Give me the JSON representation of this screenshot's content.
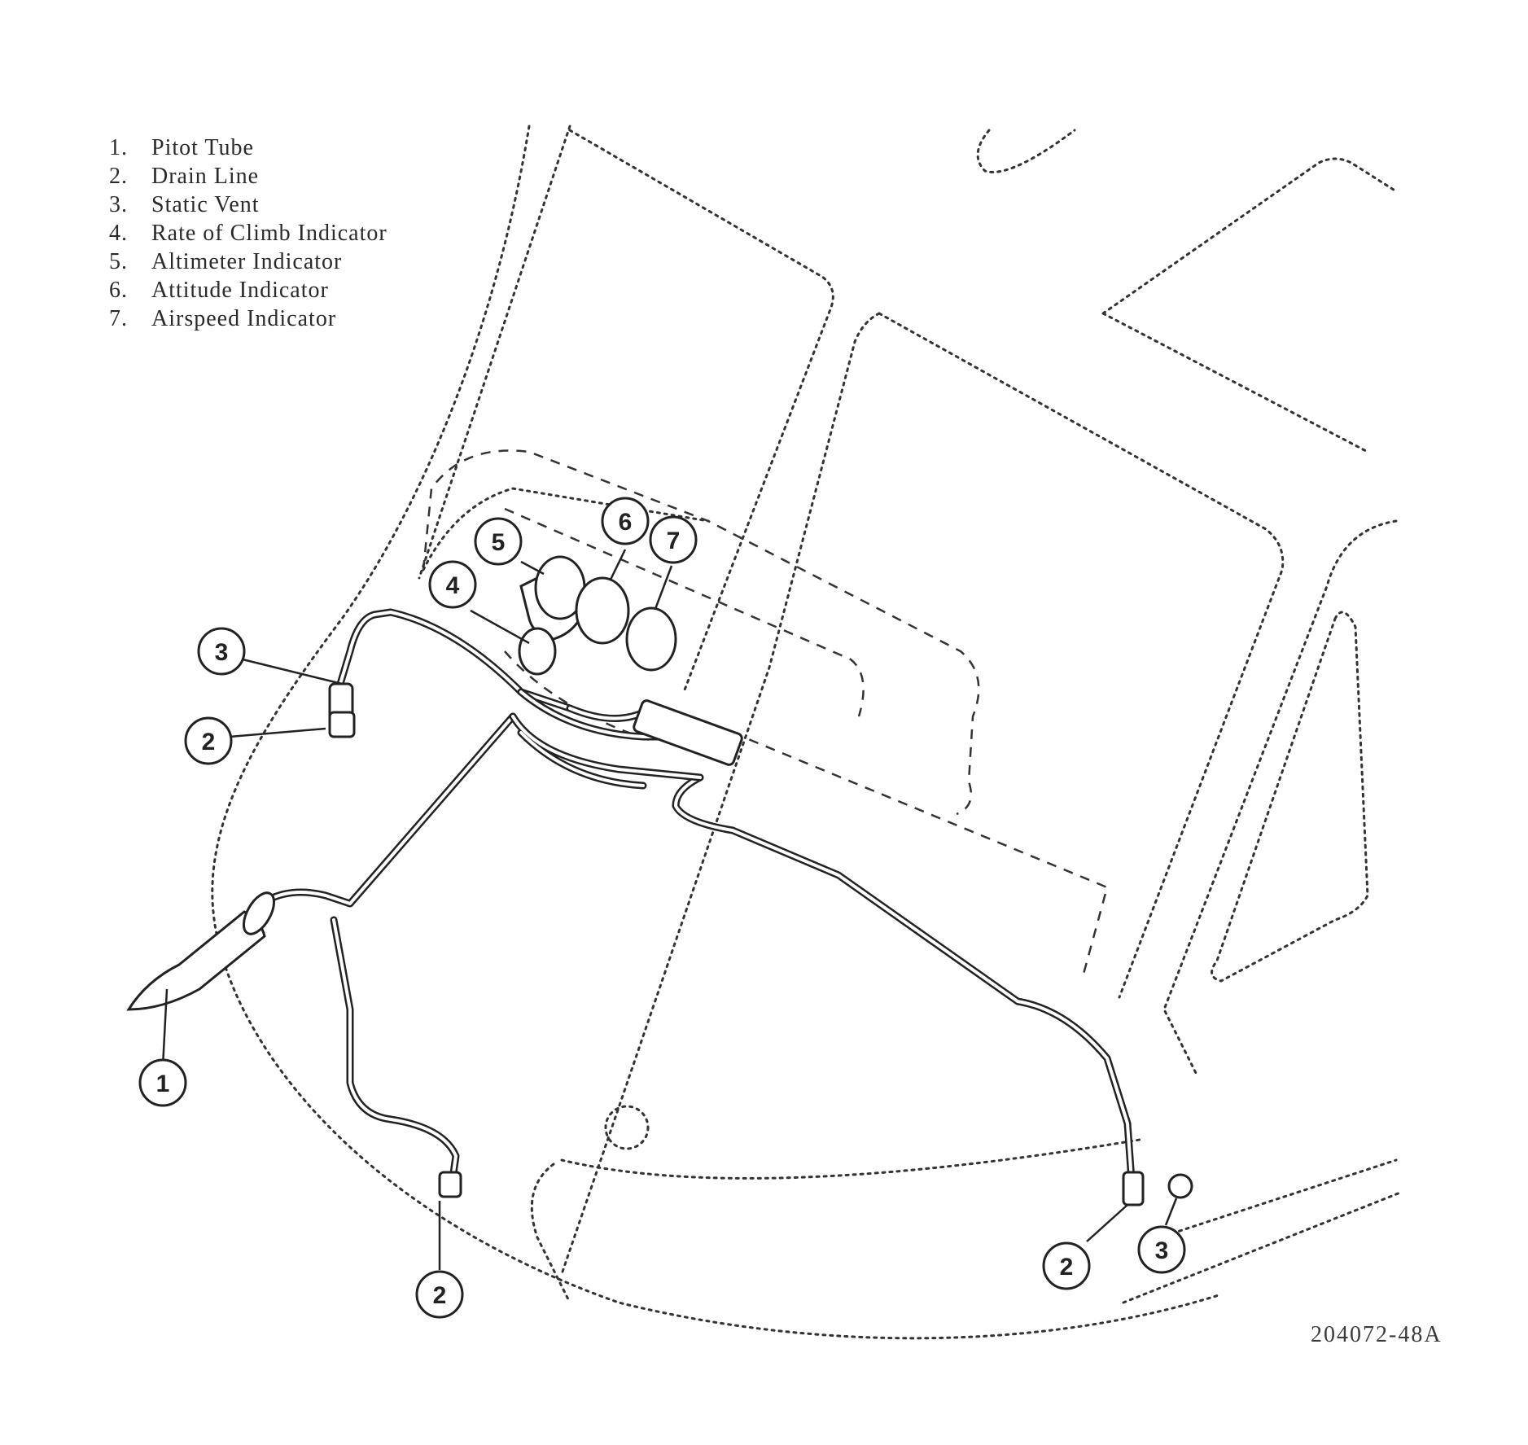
{
  "legend": [
    {
      "num": "1.",
      "label": "Pitot Tube"
    },
    {
      "num": "2.",
      "label": "Drain Line"
    },
    {
      "num": "3.",
      "label": "Static Vent"
    },
    {
      "num": "4.",
      "label": "Rate of Climb Indicator"
    },
    {
      "num": "5.",
      "label": "Altimeter Indicator"
    },
    {
      "num": "6.",
      "label": "Attitude Indicator"
    },
    {
      "num": "7.",
      "label": "Airspeed Indicator"
    }
  ],
  "callouts": {
    "c1": "1",
    "c2_left_upper": "2",
    "c2_bottom": "2",
    "c2_right": "2",
    "c3_left": "3",
    "c3_right": "3",
    "c4": "4",
    "c5": "5",
    "c6": "6",
    "c7": "7"
  },
  "figure_id": "204072-48A"
}
